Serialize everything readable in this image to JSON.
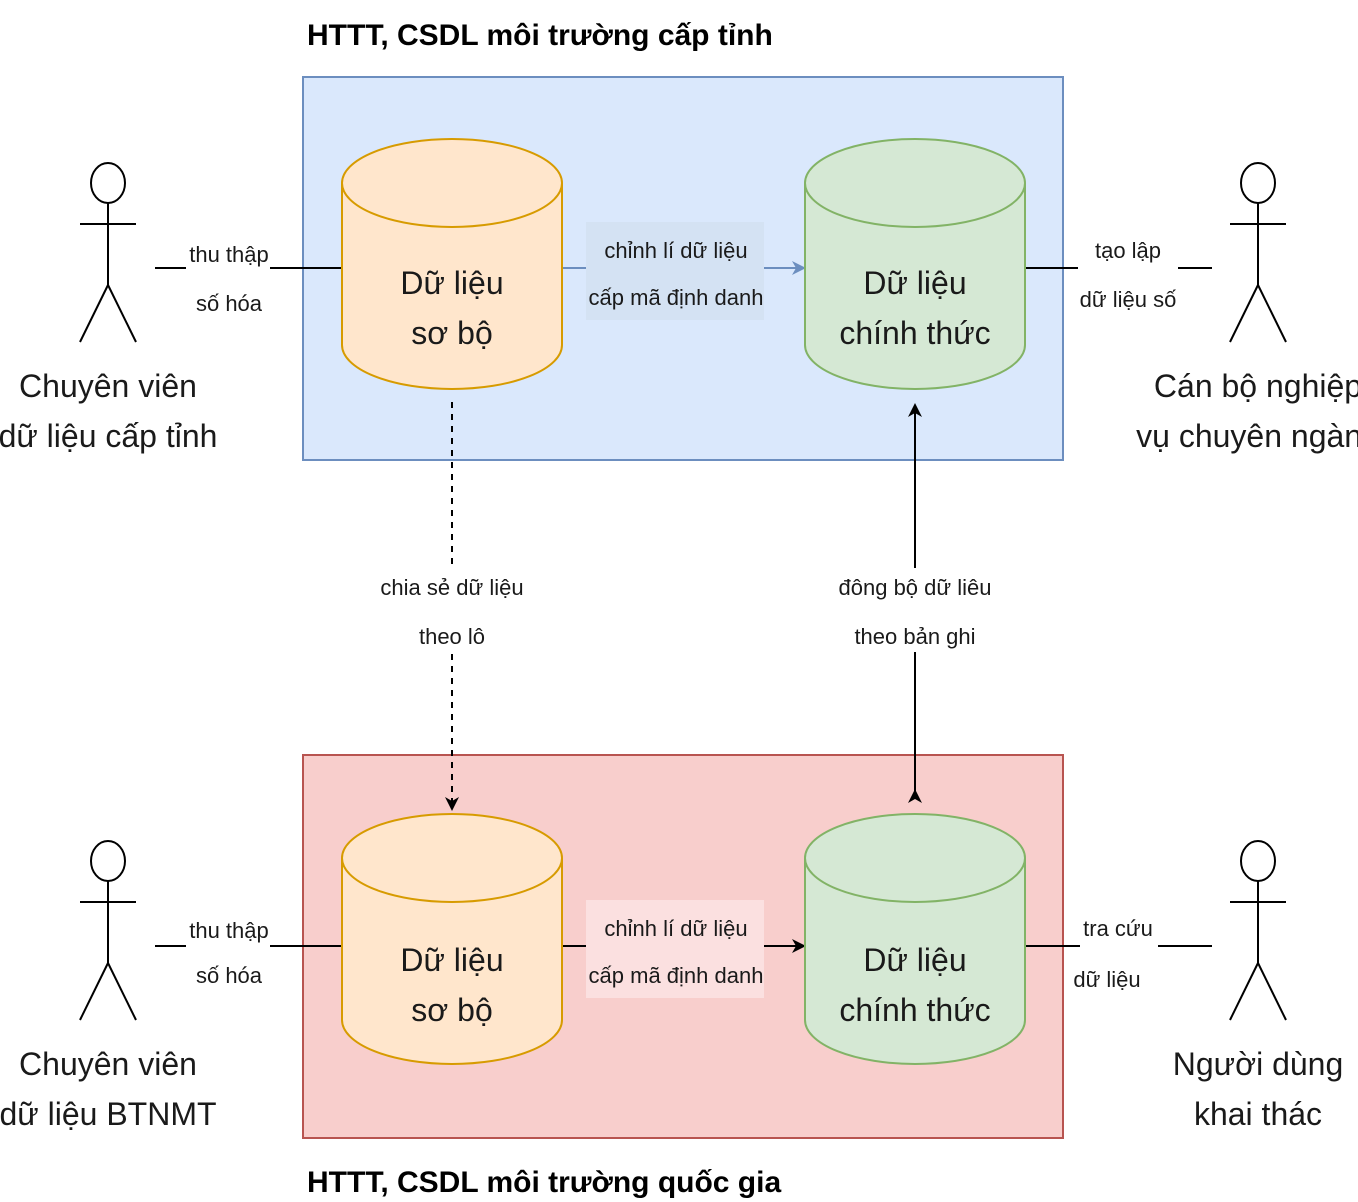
{
  "titles": {
    "top": "HTTT, CSDL môi trường cấp tỉnh",
    "bottom": "HTTT, CSDL môi trường quốc gia"
  },
  "colors": {
    "top_panel_fill": "#dae8fc",
    "top_panel_stroke": "#6c8ebf",
    "bottom_panel_fill": "#f8cecc",
    "bottom_panel_stroke": "#b85450",
    "db_prelim_fill": "#ffe6cc",
    "db_prelim_stroke": "#d79b00",
    "db_official_fill": "#d5e8d4",
    "db_official_stroke": "#82b366"
  },
  "top": {
    "db_prelim": {
      "line1": "Dữ liệu",
      "line2": "sơ bộ"
    },
    "db_official": {
      "line1": "Dữ liệu",
      "line2": "chính thức"
    },
    "flow_label": {
      "line1": "chỉnh lí dữ liệu",
      "line2": "cấp mã định danh"
    },
    "left_actor": {
      "line1": "Chuyên viên",
      "line2": "dữ liệu cấp tỉnh"
    },
    "left_edge": {
      "line1": "thu thập",
      "line2": "số hóa"
    },
    "right_actor": {
      "line1": "Cán bộ nghiệp",
      "line2": "vụ chuyên ngành"
    },
    "right_edge": {
      "line1": "tạo lập",
      "line2": "dữ liệu số"
    }
  },
  "middle": {
    "share": {
      "line1": "chia sẻ dữ liệu",
      "line2": "theo lô"
    },
    "sync": {
      "line1": "đông bộ dữ liêu",
      "line2": "theo bản ghi"
    }
  },
  "bottom": {
    "db_prelim": {
      "line1": "Dữ liệu",
      "line2": "sơ bộ"
    },
    "db_official": {
      "line1": "Dữ liệu",
      "line2": "chính thức"
    },
    "flow_label": {
      "line1": "chỉnh lí dữ liệu",
      "line2": "cấp mã định danh"
    },
    "left_actor": {
      "line1": "Chuyên viên",
      "line2": "dữ liệu BTNMT"
    },
    "left_edge": {
      "line1": "thu thập",
      "line2": "số hóa"
    },
    "right_actor": {
      "line1": "Người dùng",
      "line2": "khai thác"
    },
    "right_edge": {
      "line1": "tra cứu",
      "line2": "dữ liệu"
    }
  }
}
